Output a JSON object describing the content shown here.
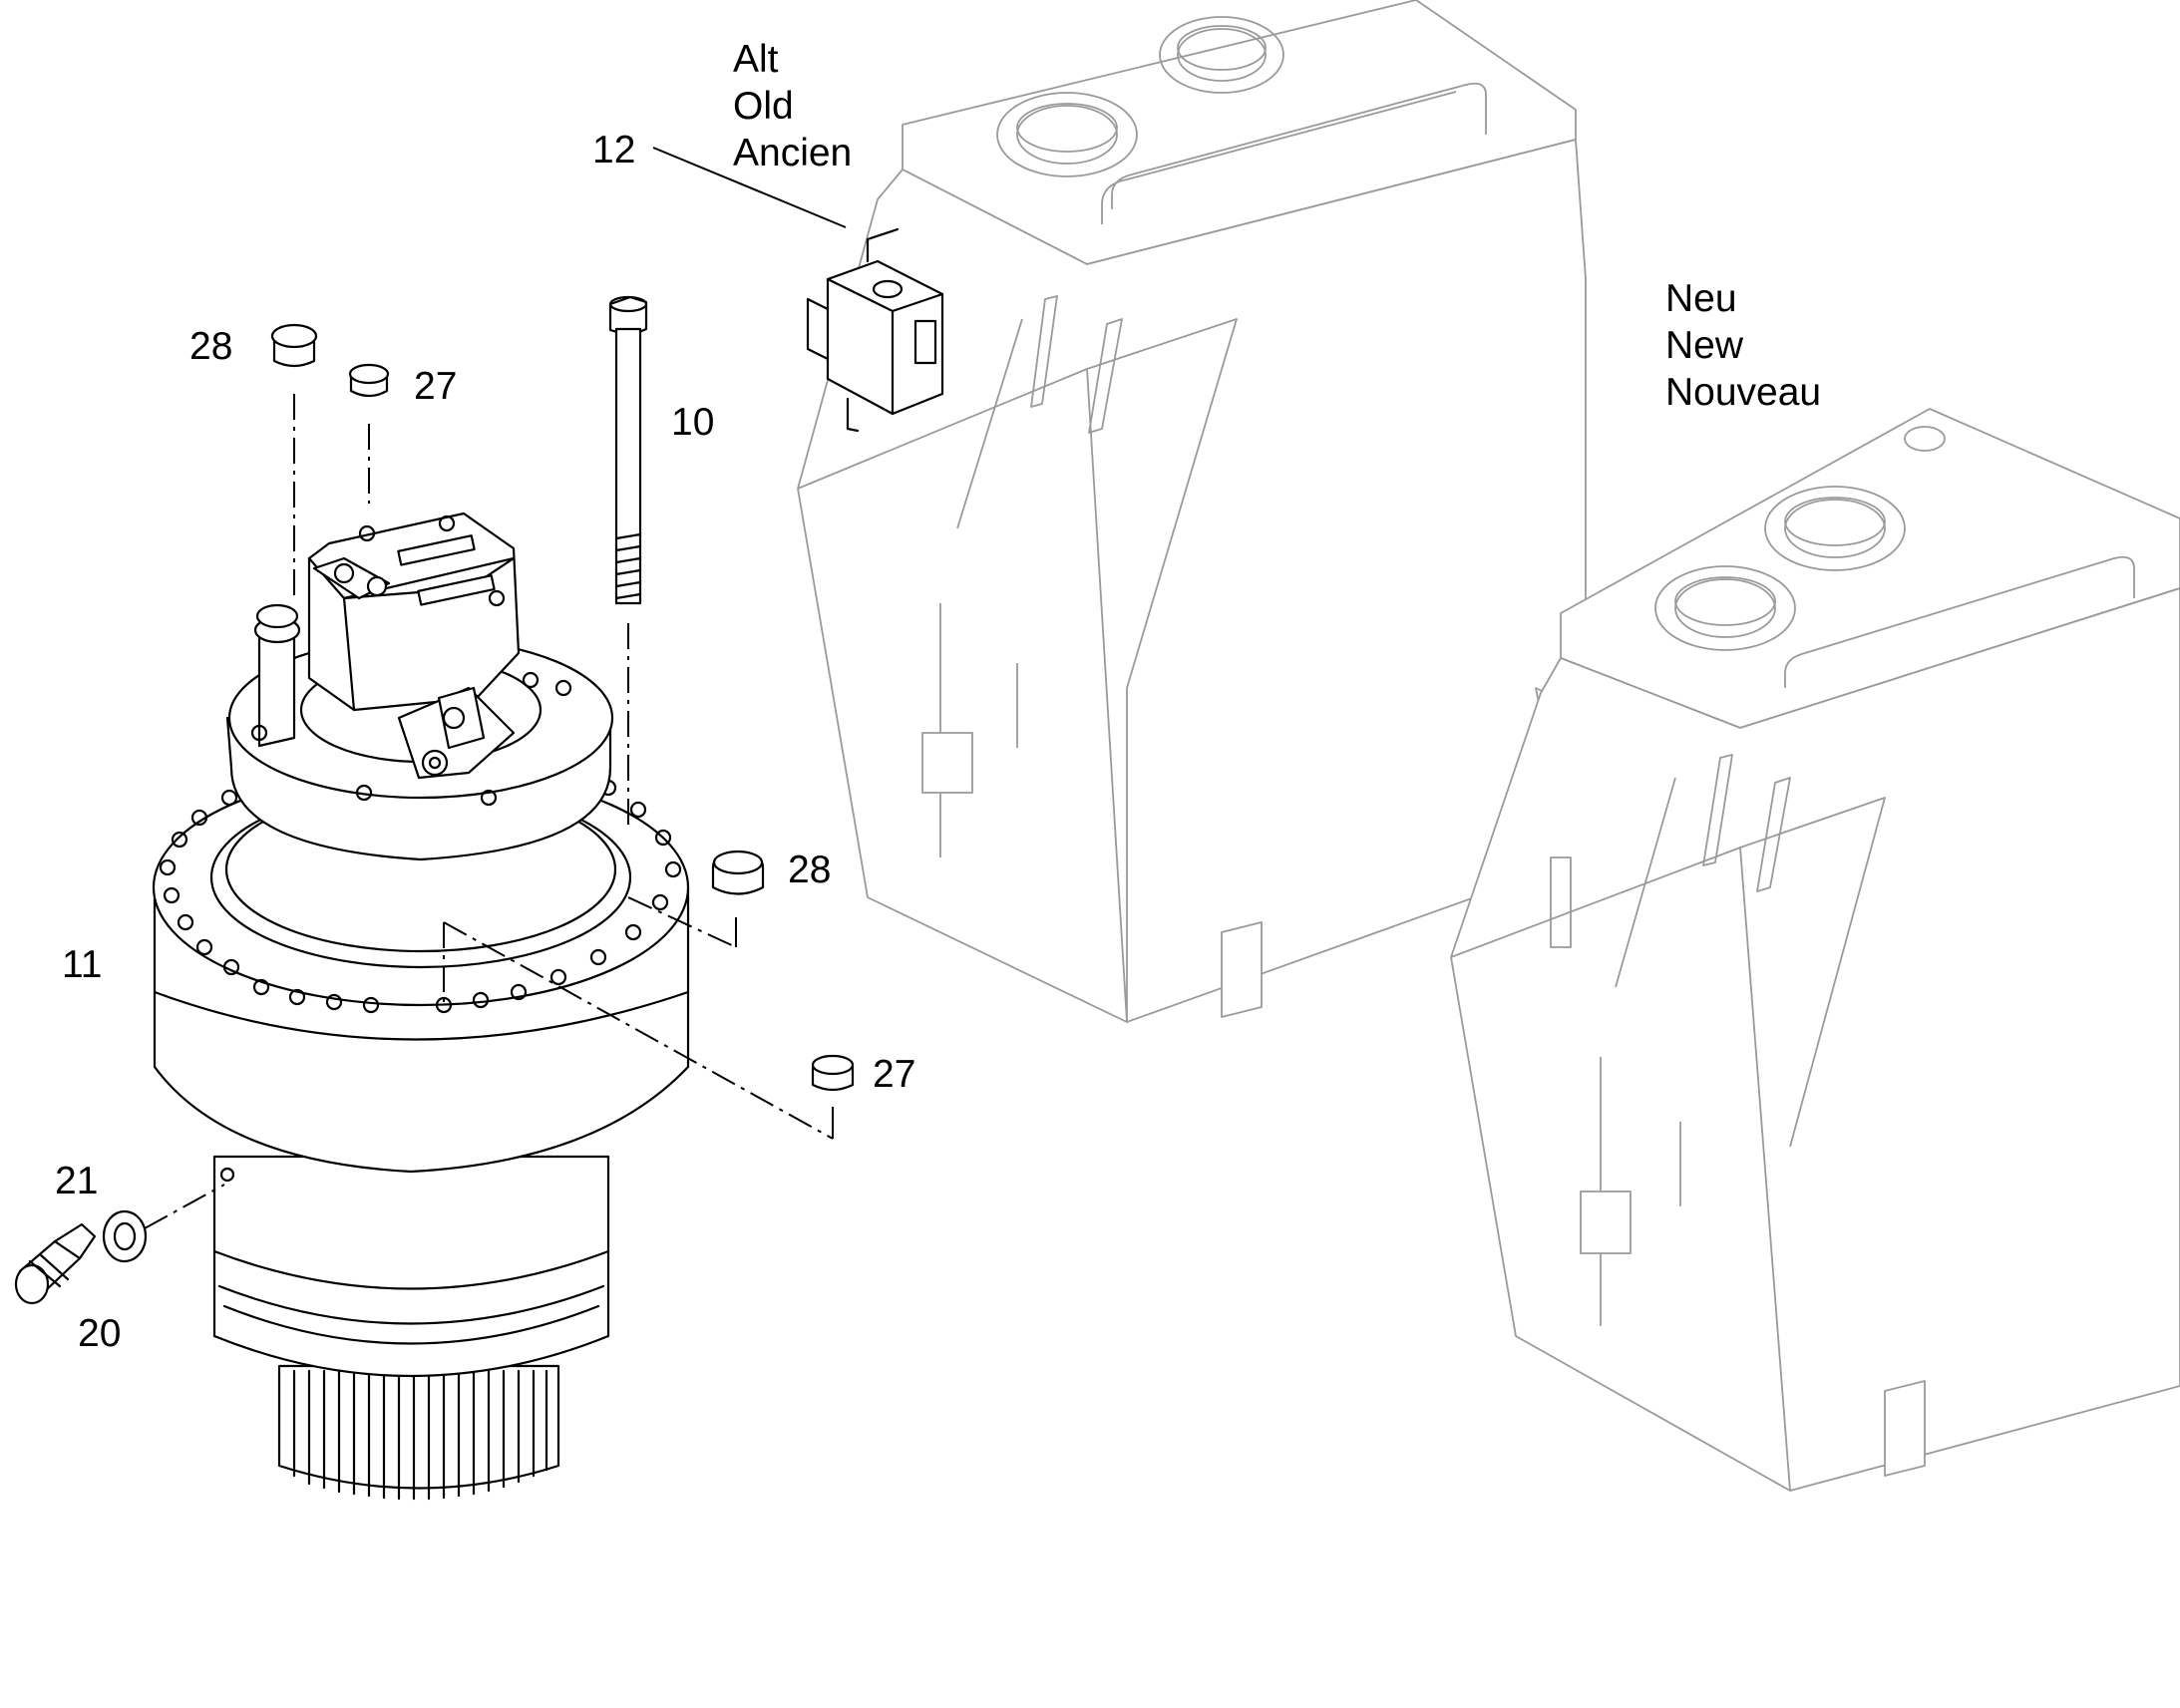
{
  "callouts": {
    "p10": "10",
    "p11": "11",
    "p12": "12",
    "p20": "20",
    "p21": "21",
    "p27a": "27",
    "p27b": "27",
    "p28a": "28",
    "p28b": "28"
  },
  "versions": {
    "old": [
      "Alt",
      "Old",
      "Ancien"
    ],
    "new": [
      "Neu",
      "New",
      "Nouveau"
    ]
  },
  "colors": {
    "ink": "#000000",
    "ghost": "#9a9a9a",
    "paper": "#ffffff"
  }
}
